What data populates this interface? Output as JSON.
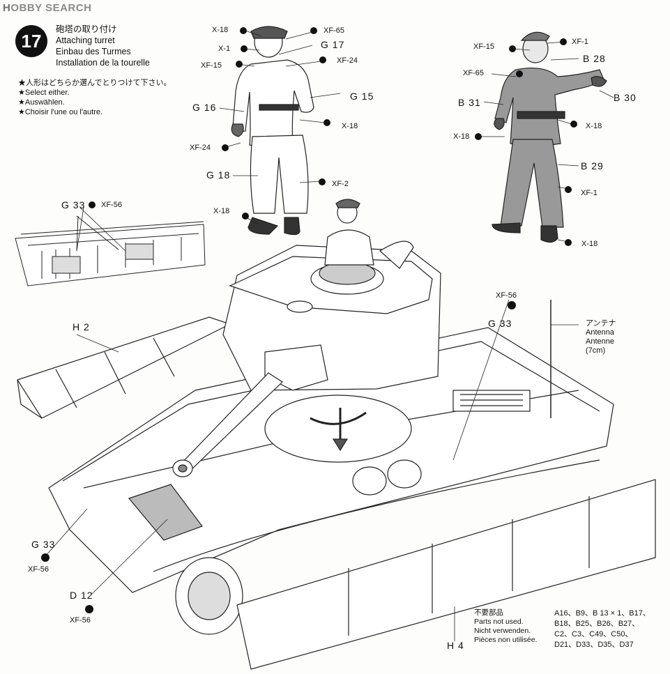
{
  "watermark": {
    "logo": "H",
    "text": "OBBY SEARCH"
  },
  "step": {
    "number": "17",
    "title_jp": "砲塔の取り付け",
    "title_en": "Attaching turret",
    "title_de": "Einbau des Turmes",
    "title_fr": "Installation de la tourelle"
  },
  "notes": [
    "★人形はどちらか選んでとりつけて下さい。",
    "★Select either.",
    "★Auswählen.",
    "★Choisir l'une ou l'autre."
  ],
  "figure1_labels": {
    "x18_a": "X-18",
    "xf65": "XF-65",
    "g17": "G 17",
    "x1": "X-1",
    "xf24_a": "XF-24",
    "xf15": "XF-15",
    "g15": "G 15",
    "g16": "G 16",
    "x18_b": "X-18",
    "xf24_b": "XF-24",
    "g18": "G 18",
    "xf2": "XF-2",
    "x18_c": "X-18"
  },
  "figure2_labels": {
    "xf15": "XF-15",
    "xf1_a": "XF-1",
    "b28": "B 28",
    "xf65": "XF-65",
    "b31": "B 31",
    "b30": "B 30",
    "x18_a": "X-18",
    "x18_b": "X-18",
    "b29": "B 29",
    "xf1_b": "XF-1",
    "x18_c": "X-18"
  },
  "tank_labels": {
    "g33_top": "G 33",
    "xf56_top": "XF-56",
    "h2": "H 2",
    "xf56_right": "XF-56",
    "g33_right": "G 33",
    "g33_left": "G 33",
    "xf56_left": "XF-56",
    "d12": "D 12",
    "xf56_d12": "XF-56",
    "h4": "H 4"
  },
  "antenna": {
    "jp": "アンテナ",
    "en": "Antenna",
    "de": "Antenne",
    "length": "(7cm)"
  },
  "parts_not_used": {
    "jp": "不要部品",
    "en": "Parts not used.",
    "de": "Nicht verwenden.",
    "fr": "Pièces non utilisée.",
    "list": [
      "A16、B9、B 13 × 1、B17、",
      "B18、B25、B26、B27、",
      "C2、C3、C49、C50、",
      "D21、D33、D35、D37"
    ]
  }
}
